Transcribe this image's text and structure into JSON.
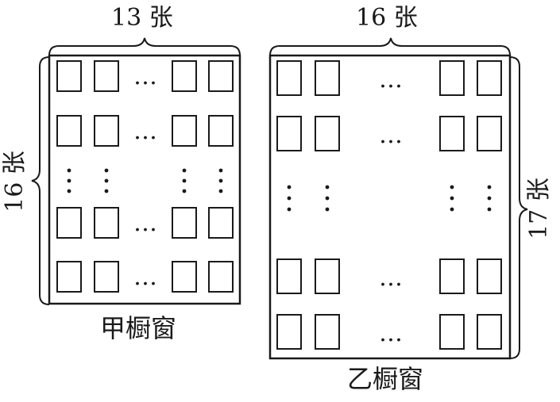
{
  "diagram": {
    "window_a": {
      "caption": "甲橱窗",
      "top_label": "13 张",
      "side_label": "16 张"
    },
    "window_b": {
      "caption": "乙橱窗",
      "top_label": "16 张",
      "side_label": "17 张"
    },
    "ellipsis_h": "…",
    "ellipsis_v": "⋮"
  }
}
